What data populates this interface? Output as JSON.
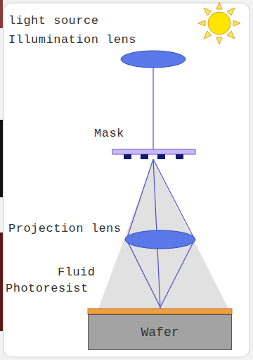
{
  "diagram": {
    "nodes": [
      {
        "text": [
          "Wafer"
        ]
      }
    ],
    "labels": [
      "light source",
      "Illumination lens",
      "Mask",
      "Projection lens",
      "Fluid",
      "Photoresist"
    ]
  }
}
